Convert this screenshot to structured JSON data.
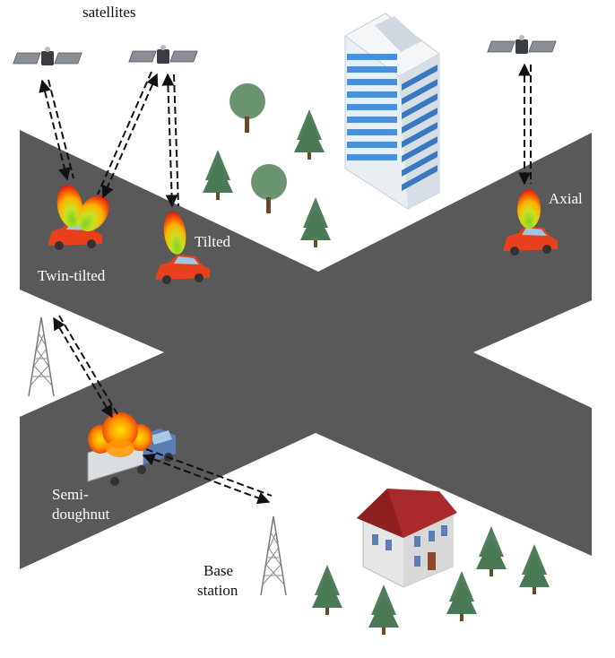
{
  "labels": {
    "satellites": "satellites",
    "twin_tilted": "Twin-tilted",
    "tilted": "Tilted",
    "axial": "Axial",
    "semi_doughnut_line1": "Semi-",
    "semi_doughnut_line2": "doughnut",
    "base_station_line1": "Base",
    "base_station_line2": "station"
  },
  "colors": {
    "road": "#595959",
    "car": "#e8401c",
    "truck_cab": "#5b7fb5",
    "building_glass": "#4a90d9",
    "house_roof": "#a82a2a",
    "tree": "#4f7f5a",
    "link_arrow": "#111111"
  }
}
